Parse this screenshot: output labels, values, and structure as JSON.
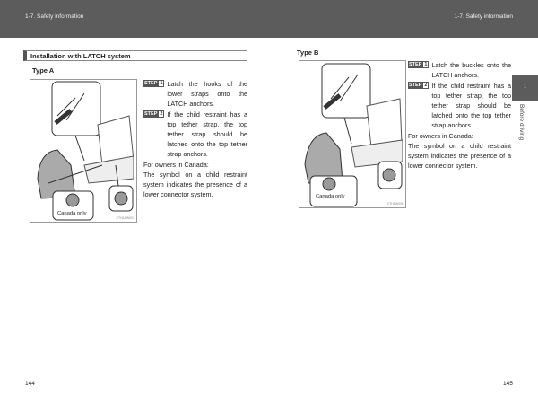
{
  "header": {
    "left": "1-7. Safety information",
    "right": "1-7. Safety information"
  },
  "left_page": {
    "section_title": "Installation with LATCH system",
    "type_label": "Type A",
    "figure": {
      "caption": "Canada only",
      "code": "CTH1AW001"
    },
    "steps": [
      {
        "badge": "STEP",
        "num": "1",
        "text": "Latch the hooks of the lower straps onto the LATCH anchors."
      },
      {
        "badge": "STEP",
        "num": "2",
        "text": "If the child restraint has a top tether strap, the top tether strap should be latched onto the top tether strap anchors."
      }
    ],
    "canada_title": "For owners in Canada:",
    "canada_text": "The symbol on a child restraint system indicates the presence of a lower connector system.",
    "page_number": "144"
  },
  "right_page": {
    "type_label": "Type B",
    "figure": {
      "caption": "Canada only",
      "code": "CTH1W008"
    },
    "steps": [
      {
        "badge": "STEP",
        "num": "1",
        "text": "Latch the buckles onto the LATCH anchors."
      },
      {
        "badge": "STEP",
        "num": "2",
        "text": "If the child restraint has a top tether strap, the top tether strap should be latched onto the top tether strap anchors."
      }
    ],
    "canada_title": "For owners in Canada:",
    "canada_text": "The symbol on a child restraint system indicates the presence of a lower connector system.",
    "page_number": "145"
  },
  "side_tab": {
    "number": "1",
    "label": "Before driving"
  }
}
